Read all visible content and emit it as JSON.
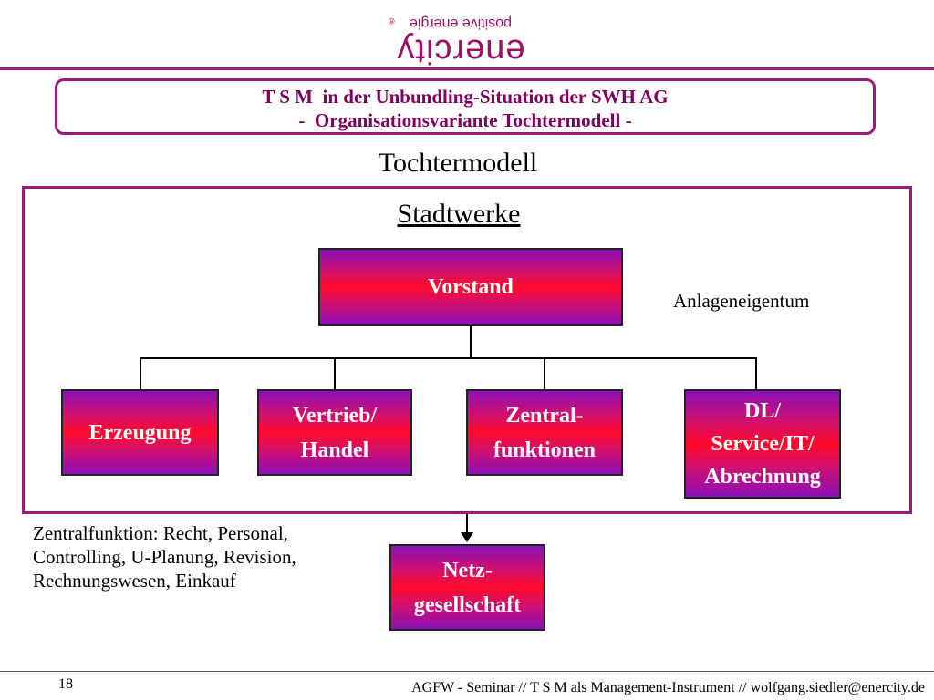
{
  "logo": {
    "brand": "enercity",
    "tagline": "positive energie",
    "registered": "®"
  },
  "title": {
    "line1": "T S M  in der Unbundling-Situation der SWH AG",
    "line2": "-  Organisationsvariante Tochtermodell -"
  },
  "heading": "Tochtermodell",
  "frame": {
    "heading": "Stadtwerke",
    "note": "Anlageneigentum"
  },
  "nodes": {
    "vorstand": "Vorstand",
    "erzeugung": "Erzeugung",
    "vertrieb": [
      "Vertrieb/",
      "Handel"
    ],
    "zentral": [
      "Zentral-",
      "funktionen"
    ],
    "dl": [
      "DL/",
      "Service/IT/",
      "Abrechnung"
    ],
    "netz": [
      "Netz-",
      "gesellschaft"
    ]
  },
  "legend": [
    "Zentralfunktion: Recht, Personal,",
    "Controlling, U-Planung, Revision,",
    "Rechnungswesen, Einkauf"
  ],
  "footer": {
    "page_number": "18",
    "text": "AGFW - Seminar // T S M  als Management-Instrument  // wolfgang.siedler@enercity.de"
  },
  "colors": {
    "accent": "#9b1b7a",
    "box_top": "#8a10b8",
    "box_mid": "#ff0a2a"
  }
}
